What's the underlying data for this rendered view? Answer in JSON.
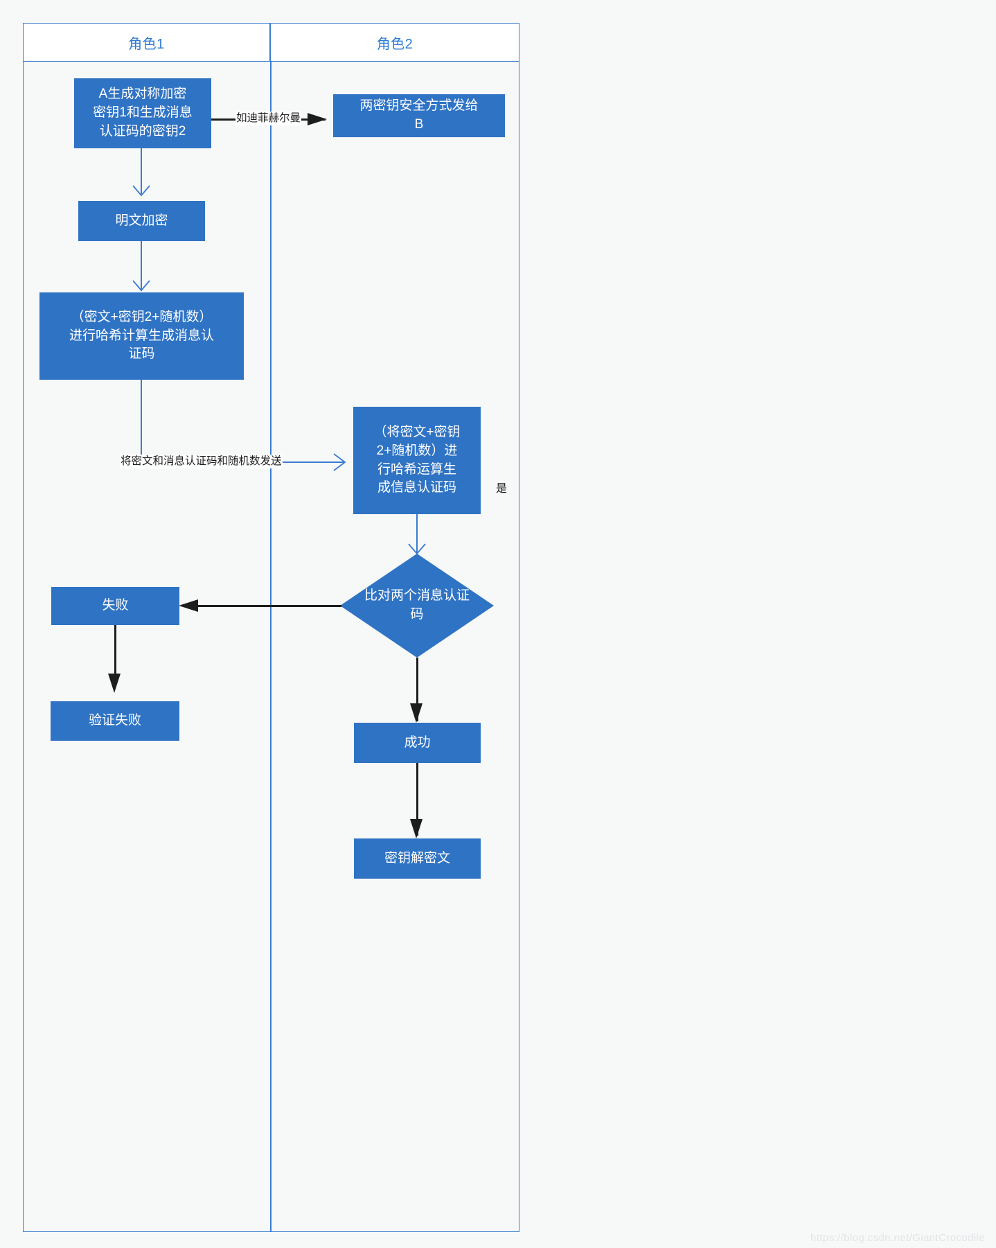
{
  "diagram": {
    "type": "flowchart",
    "title": "",
    "background_color": "#f7f8f8",
    "node_fill_color": "#2f73c4",
    "node_text_color": "#ffffff",
    "lane_border_color": "#3a7bd0",
    "lane_label_color": "#2b7bd4",
    "blue_connector_color": "#3a7bd0",
    "dark_connector_color": "#1d1d1d"
  },
  "lanes": [
    {
      "id": "lane1",
      "label": "角色1"
    },
    {
      "id": "lane2",
      "label": "角色2"
    }
  ],
  "nodes": [
    {
      "id": "n1",
      "lane": "lane1",
      "shape": "rect",
      "label": "A生成对称加密\n密钥1和生成消息\n认证码的密钥2"
    },
    {
      "id": "n2",
      "lane": "lane2",
      "shape": "rect",
      "label": "两密钥安全方式发给\nB"
    },
    {
      "id": "n3",
      "lane": "lane1",
      "shape": "rect",
      "label": "明文加密"
    },
    {
      "id": "n4",
      "lane": "lane1",
      "shape": "rect",
      "label": "（密文+密钥2+随机数）\n进行哈希计算生成消息认\n证码"
    },
    {
      "id": "n5",
      "lane": "lane2",
      "shape": "rect",
      "label": "（将密文+密钥\n2+随机数）进\n行哈希运算生\n成信息认证码"
    },
    {
      "id": "n6",
      "lane": "lane2",
      "shape": "diamond",
      "label": "比对两个消息认证\n码"
    },
    {
      "id": "n7",
      "lane": "lane1",
      "shape": "rect",
      "label": "失败"
    },
    {
      "id": "n8",
      "lane": "lane1",
      "shape": "rect",
      "label": "验证失败"
    },
    {
      "id": "n9",
      "lane": "lane2",
      "shape": "rect",
      "label": "成功"
    },
    {
      "id": "n10",
      "lane": "lane2",
      "shape": "rect",
      "label": "密钥解密文"
    }
  ],
  "edges": [
    {
      "id": "e1",
      "from": "n1",
      "to": "n2",
      "label": "如迪菲赫尔曼",
      "style": "dark"
    },
    {
      "id": "e2",
      "from": "n1",
      "to": "n3",
      "label": "",
      "style": "blue"
    },
    {
      "id": "e3",
      "from": "n3",
      "to": "n4",
      "label": "",
      "style": "blue"
    },
    {
      "id": "e4",
      "from": "n4",
      "to": "n5",
      "label": "将密文和消息认证码和随机数发送",
      "style": "blue"
    },
    {
      "id": "e5",
      "from": "n5",
      "to": "n6",
      "label": "",
      "style": "blue"
    },
    {
      "id": "e6",
      "from": "n6",
      "to": "n7",
      "label": "",
      "style": "dark"
    },
    {
      "id": "e7",
      "from": "n7",
      "to": "n8",
      "label": "",
      "style": "dark"
    },
    {
      "id": "e8",
      "from": "n6",
      "to": "n9",
      "label": "是",
      "style": "dark"
    },
    {
      "id": "e9",
      "from": "n9",
      "to": "n10",
      "label": "",
      "style": "dark"
    }
  ],
  "annotations": {
    "yes_label": "是"
  },
  "watermark": "https://blog.csdn.net/GiantCrocodile"
}
